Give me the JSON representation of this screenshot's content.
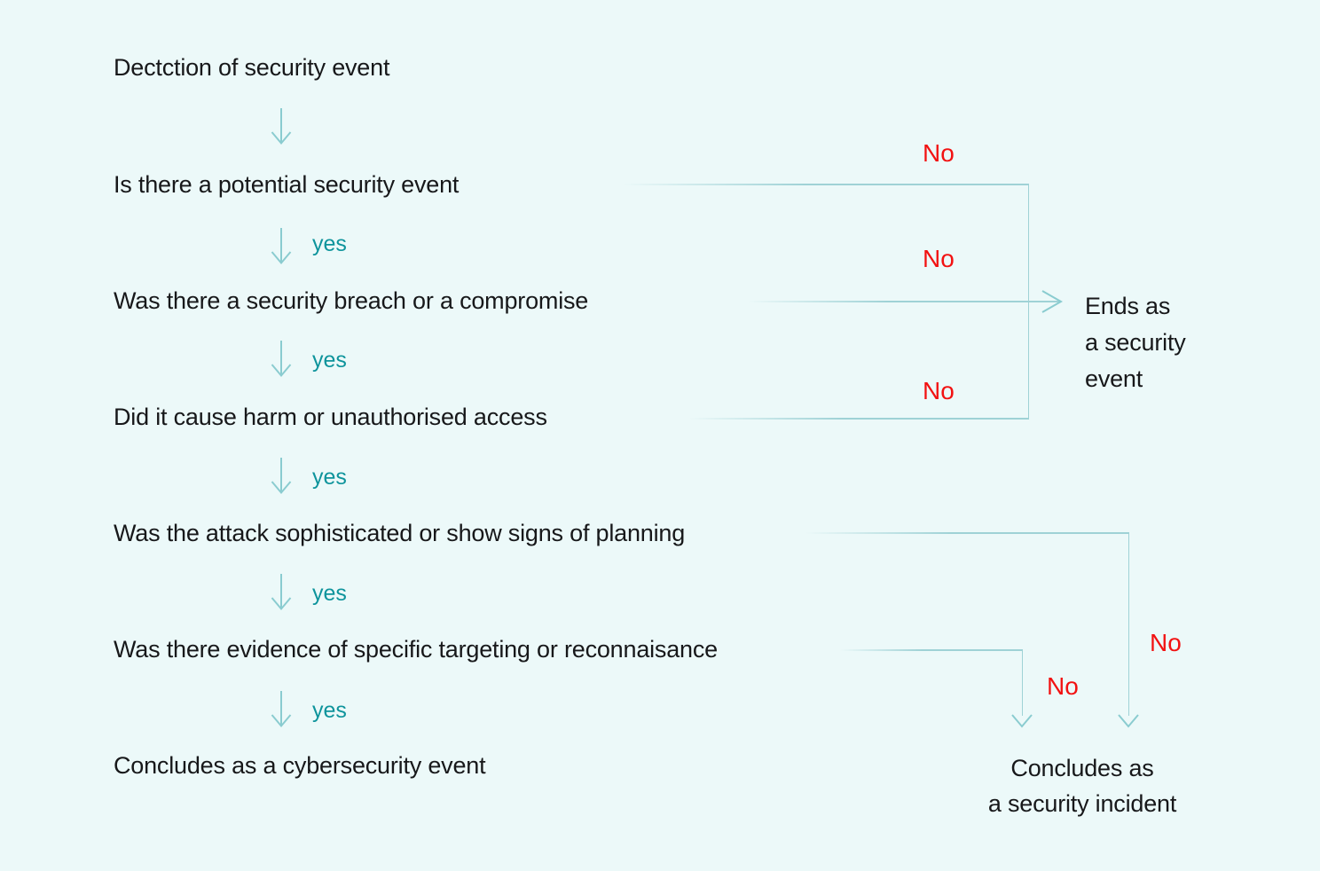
{
  "colors": {
    "background": "#ecf9f9",
    "text": "#17181a",
    "yes": "#0e949c",
    "no": "#f21212",
    "line": "#9fd2d6",
    "arrow": "#8accd0"
  },
  "flowchart": {
    "start": "Dectction of security event",
    "questions": {
      "potential": "Is there a potential security event",
      "breach": "Was there a security breach or a compromise",
      "harm": "Did it cause harm or unauthorised access",
      "sophisticated": "Was the attack sophisticated or show signs of planning",
      "targeting": "Was there evidence of specific targeting or reconnaisance"
    },
    "labels": {
      "yes": "yes",
      "no": "No"
    },
    "outcomes": {
      "security_event": {
        "line1": "Ends as",
        "line2": "a security",
        "line3": "event"
      },
      "cybersecurity_event": "Concludes as a cybersecurity event",
      "security_incident": {
        "line1": "Concludes as",
        "line2": "a security incident"
      }
    }
  }
}
